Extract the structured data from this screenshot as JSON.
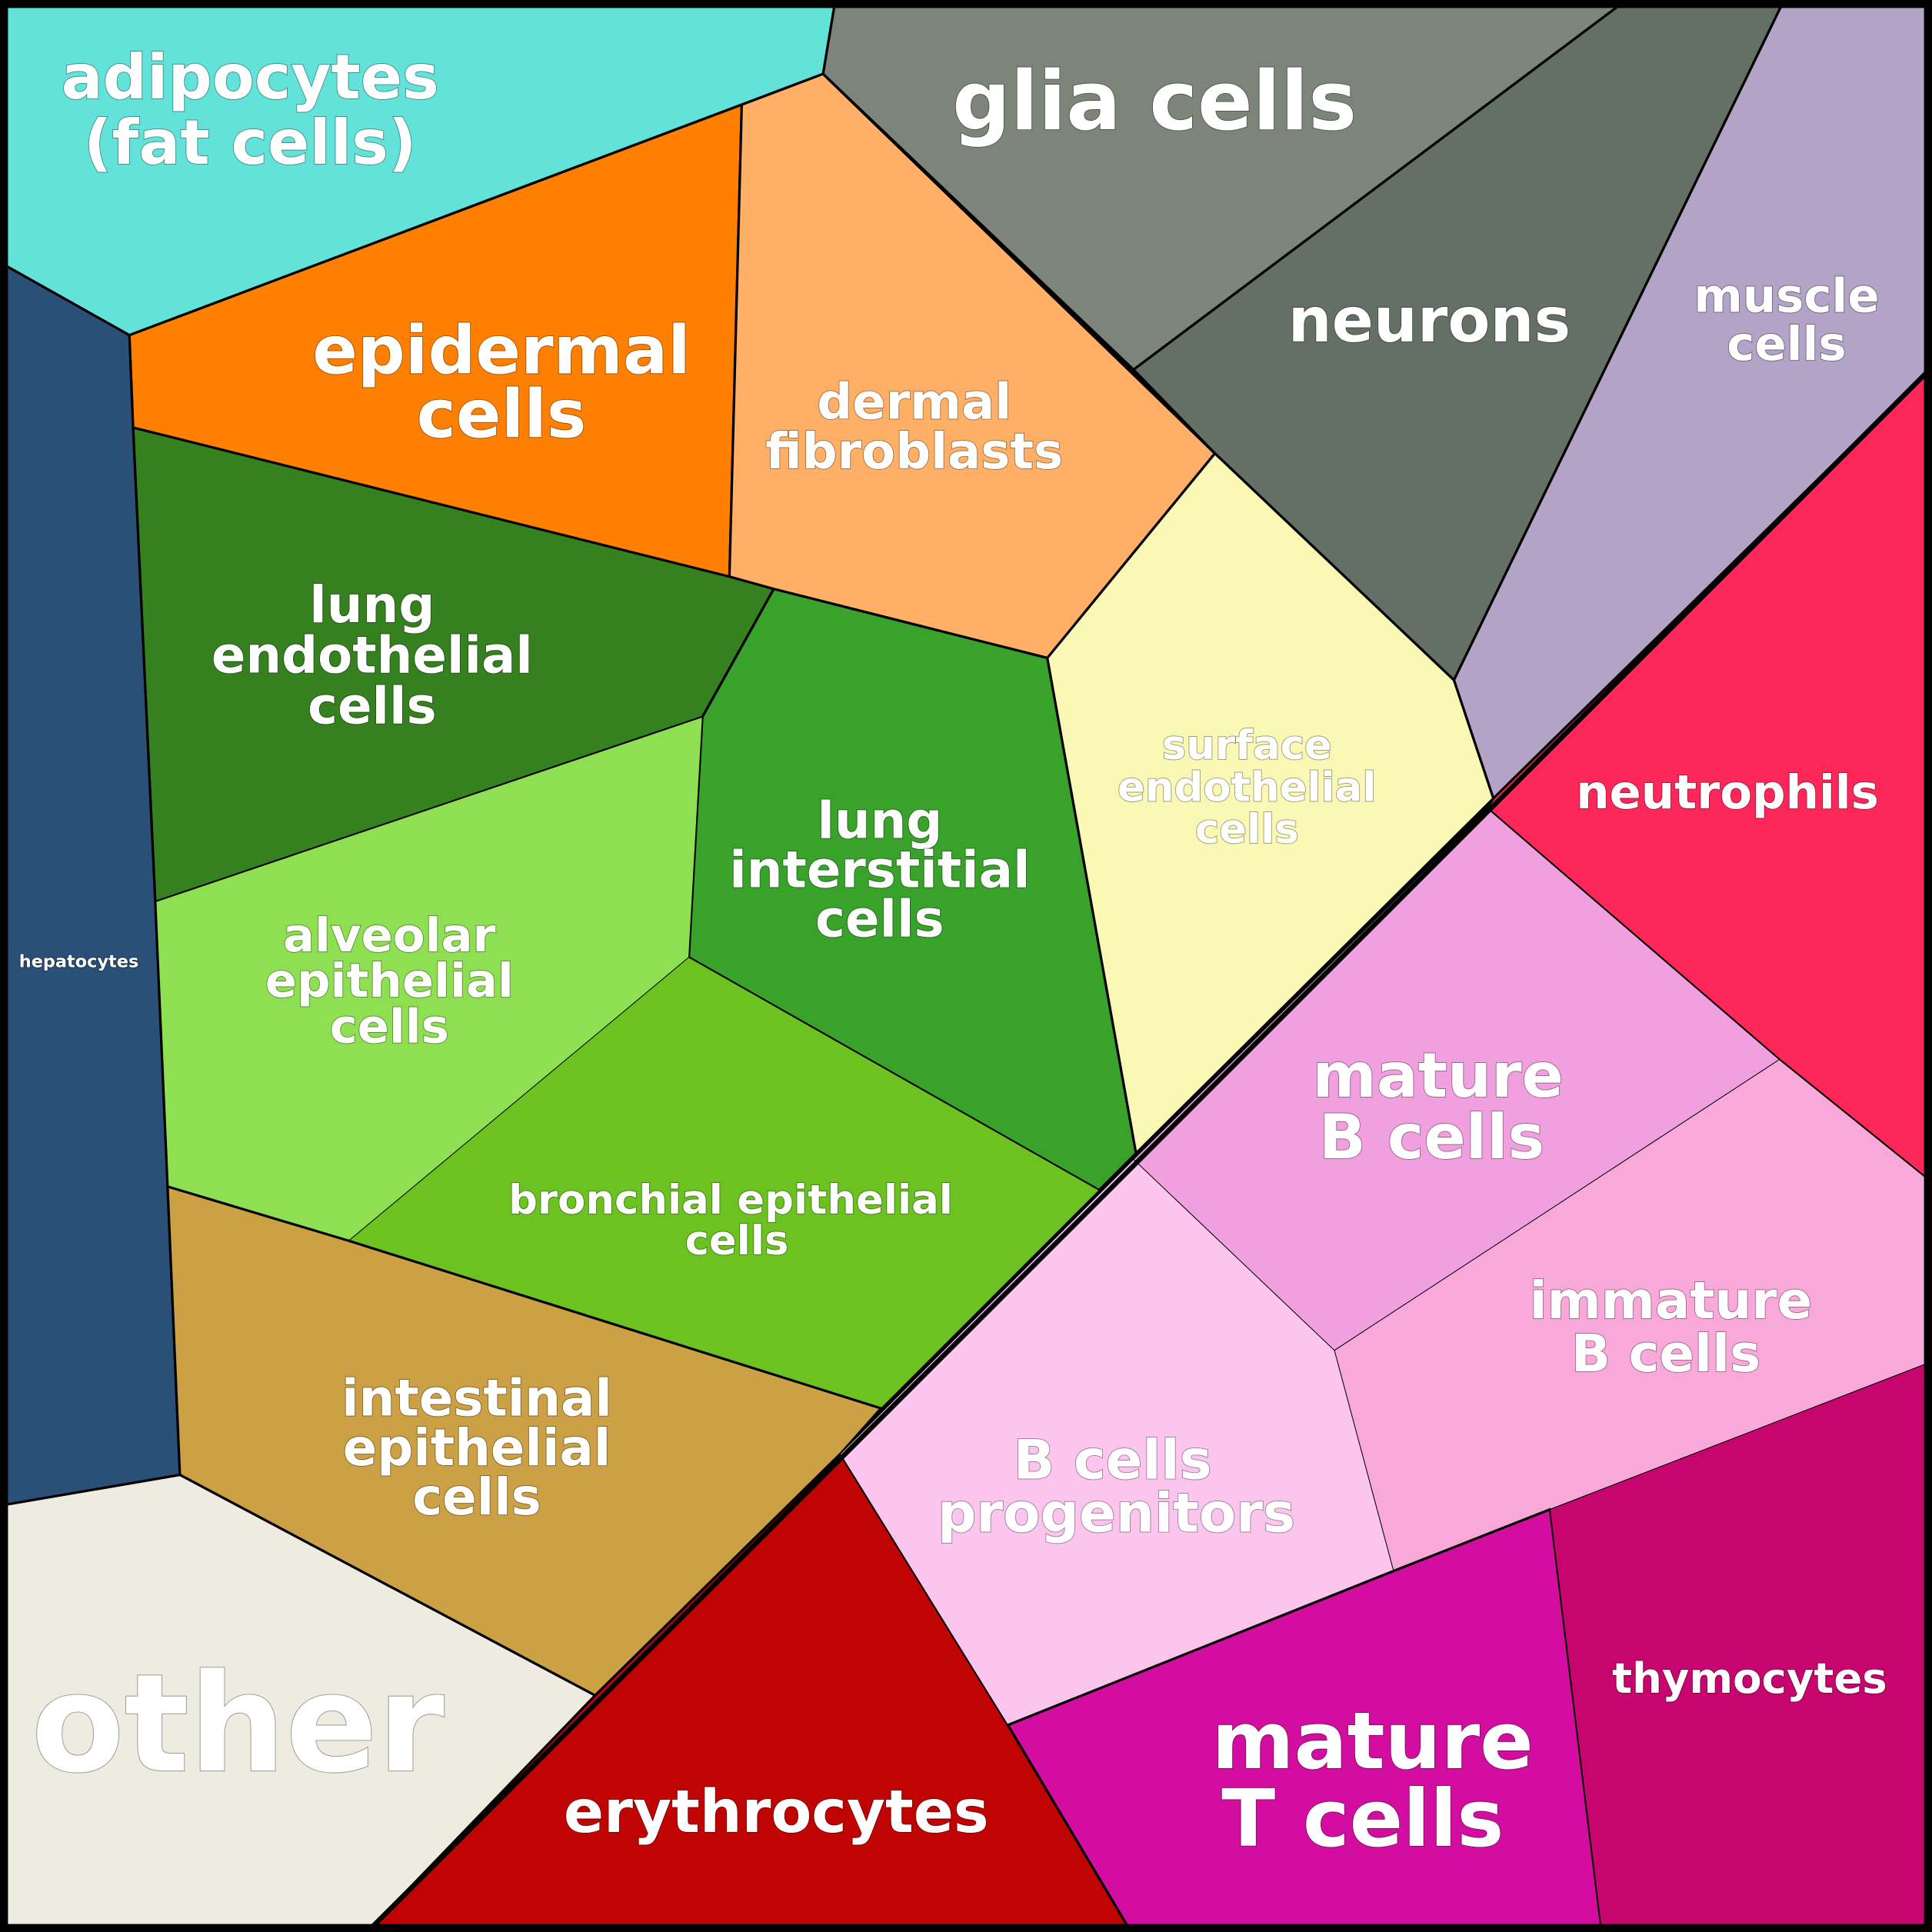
{
  "title": "Cell types",
  "cells": [
    {
      "name": "adipocytes",
      "color": "#62e2d8",
      "lines": [
        "adipocytes",
        "(fat cells)"
      ]
    },
    {
      "name": "glia",
      "color": "#7d857b",
      "lines": [
        "glia cells"
      ]
    },
    {
      "name": "neurons",
      "color": "#646f65",
      "lines": [
        "neurons"
      ]
    },
    {
      "name": "muscle",
      "color": "#b3a3c7",
      "lines": [
        "muscle",
        "cells"
      ]
    },
    {
      "name": "epidermal",
      "color": "#ff7f00",
      "lines": [
        "epidermal",
        "cells"
      ]
    },
    {
      "name": "dermal-fibroblasts",
      "color": "#ffb066",
      "lines": [
        "dermal",
        "fibroblasts"
      ]
    },
    {
      "name": "lung-endothelial",
      "color": "#35801f",
      "lines": [
        "lung",
        "endothelial",
        "cells"
      ]
    },
    {
      "name": "lung-interstitial",
      "color": "#38a22b",
      "lines": [
        "lung",
        "interstitial",
        "cells"
      ]
    },
    {
      "name": "alveolar-epithelial",
      "color": "#8fdf52",
      "lines": [
        "alveolar",
        "epithelial",
        "cells"
      ]
    },
    {
      "name": "bronchial-epithelial",
      "color": "#6bc221",
      "lines": [
        "bronchial epithelial",
        "cells"
      ]
    },
    {
      "name": "surface-endothelial",
      "color": "#f9f9b5",
      "lines": [
        "surface",
        "endothelial",
        "cells"
      ]
    },
    {
      "name": "hepatocytes",
      "color": "#2a5077",
      "lines": [
        "hepatocytes"
      ]
    },
    {
      "name": "intestinal-epithelial",
      "color": "#cca044",
      "lines": [
        "intestinal",
        "epithelial",
        "cells"
      ]
    },
    {
      "name": "other",
      "color": "#eeebe0",
      "lines": [
        "other"
      ]
    },
    {
      "name": "erythrocytes",
      "color": "#c00404",
      "lines": [
        "erythrocytes"
      ]
    },
    {
      "name": "neutrophils",
      "color": "#fd275a",
      "lines": [
        "neutrophils"
      ]
    },
    {
      "name": "mature-b-cells",
      "color": "#f09fdf",
      "lines": [
        "mature",
        "B cells"
      ]
    },
    {
      "name": "immature-b-cells",
      "color": "#f9a8da",
      "lines": [
        "immature",
        "B cells"
      ]
    },
    {
      "name": "b-cell-progenitors",
      "color": "#fbc5ee",
      "lines": [
        "B cells",
        "progenitors"
      ]
    },
    {
      "name": "mature-t-cells",
      "color": "#d20d9f",
      "lines": [
        "mature",
        "T cells"
      ]
    },
    {
      "name": "thymocytes",
      "color": "#c6056f",
      "lines": [
        "thymocytes"
      ]
    }
  ]
}
